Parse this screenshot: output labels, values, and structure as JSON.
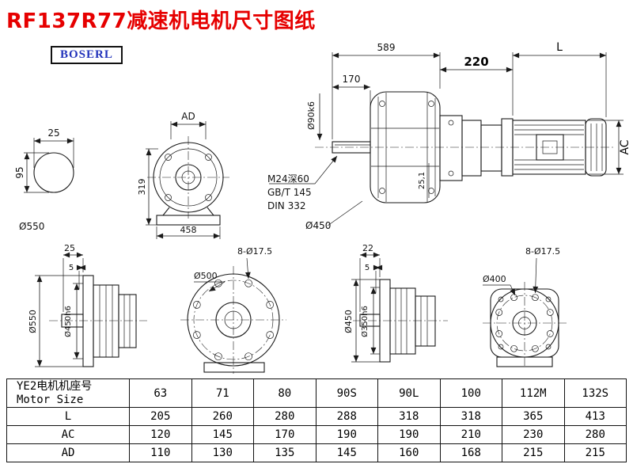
{
  "title": "RF137R77减速机电机尺寸图纸",
  "logo_text": "BOSERL",
  "drawing": {
    "shaft_section": {
      "width": "25",
      "height": "95",
      "od": "Ø550"
    },
    "gearbox_front": {
      "ad": "AD",
      "height": "319",
      "width": "458"
    },
    "assembly": {
      "total_len": "589",
      "shaft_len": "170",
      "shaft_dia": "Ø90k6",
      "adapter_len": "220",
      "motor_len": "L",
      "motor_dia": "AC",
      "tap_hole": "M24深60",
      "std1": "GB/T 145",
      "std2": "DIN 332",
      "flange_dia": "Ø450",
      "key_depth": "25,1"
    },
    "flange_large_side": {
      "hub": "25",
      "lip": "5",
      "od": "Ø550",
      "spigot": "Ø450h6"
    },
    "flange_large_front": {
      "holes": "8-Ø17.5",
      "bolt_circle": "Ø500"
    },
    "flange_small_side": {
      "hub": "22",
      "lip": "5",
      "od": "Ø450",
      "spigot": "Ø350h6"
    },
    "flange_small_front": {
      "holes": "8-Ø17.5",
      "bolt_circle": "Ø400"
    }
  },
  "table": {
    "header_line1": "YE2电机机座号",
    "header_line2": "Motor Size",
    "sizes": [
      "63",
      "71",
      "80",
      "90S",
      "90L",
      "100",
      "112M",
      "132S"
    ],
    "rows": [
      {
        "label": "L",
        "values": [
          "205",
          "260",
          "280",
          "288",
          "318",
          "318",
          "365",
          "413"
        ]
      },
      {
        "label": "AC",
        "values": [
          "120",
          "145",
          "170",
          "190",
          "190",
          "210",
          "230",
          "280"
        ]
      },
      {
        "label": "AD",
        "values": [
          "110",
          "130",
          "135",
          "145",
          "160",
          "168",
          "215",
          "215"
        ]
      }
    ]
  }
}
